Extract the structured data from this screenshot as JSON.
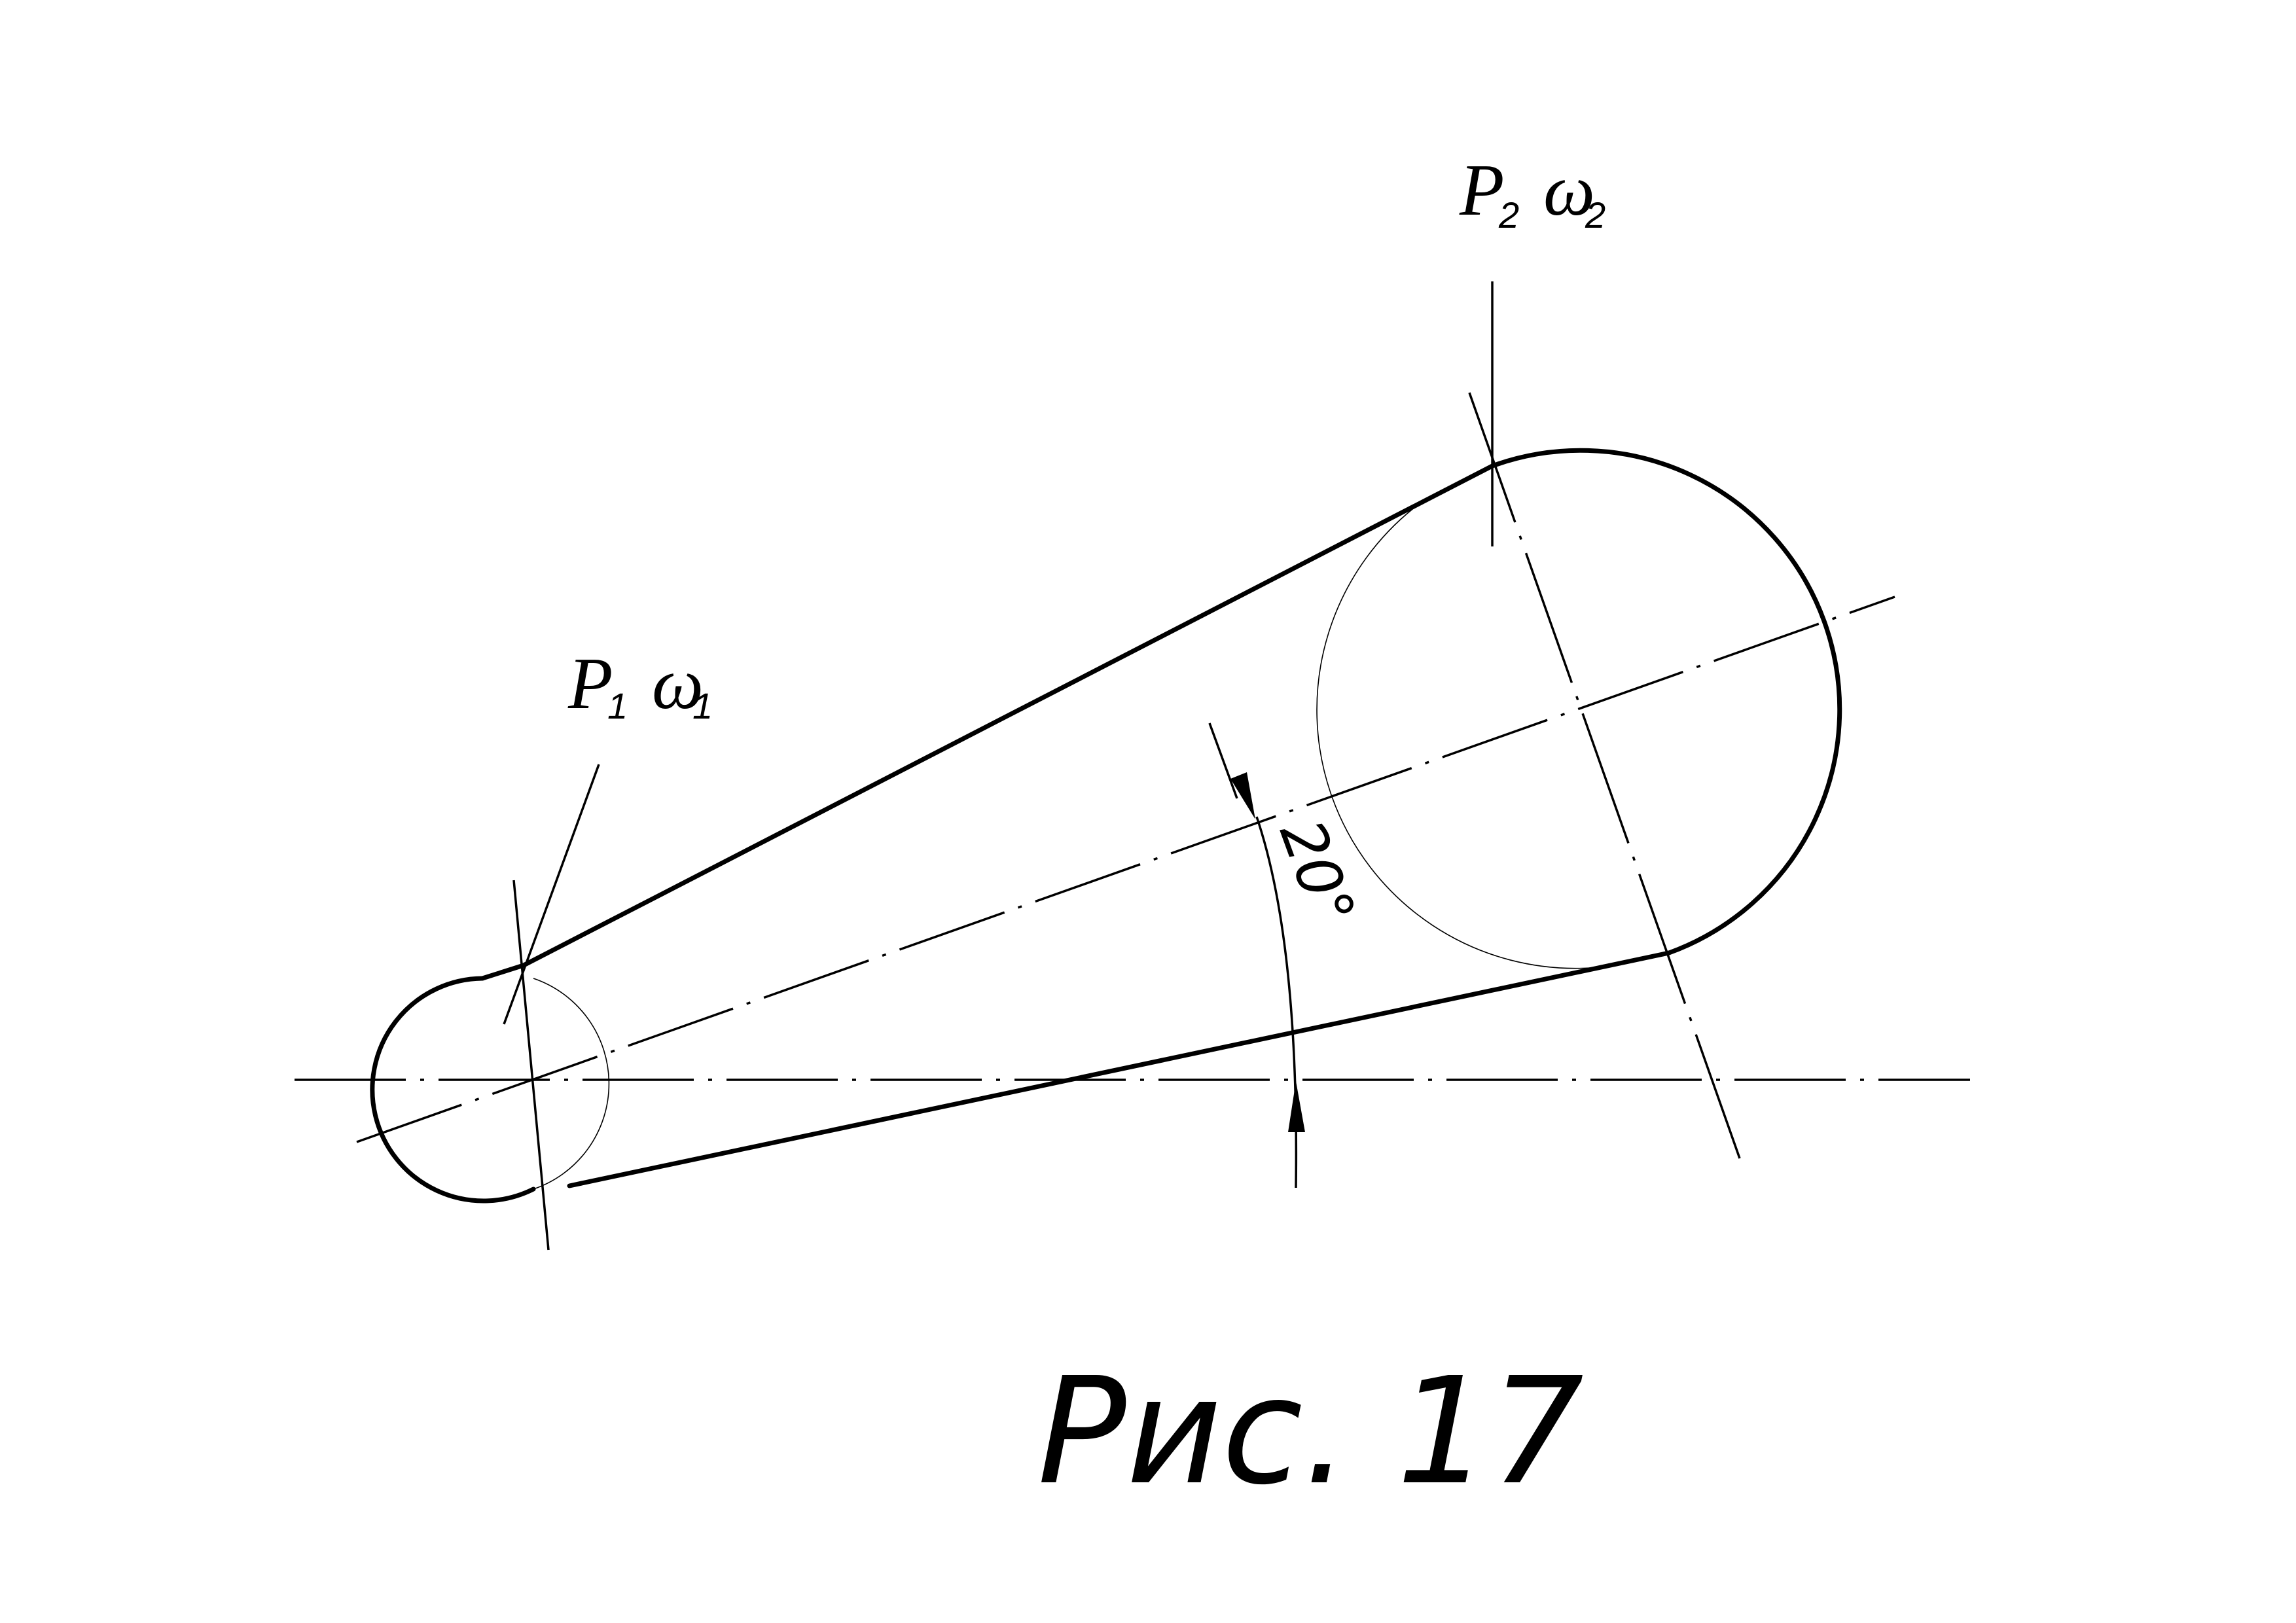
{
  "labels": {
    "pulley1": {
      "p": "P",
      "p_sub": "1",
      "w": "ω",
      "w_sub": "1"
    },
    "pulley2": {
      "p": "P",
      "p_sub": "2",
      "w": "ω",
      "w_sub": "2"
    },
    "angle": "20°"
  },
  "caption": "Рис. 17"
}
